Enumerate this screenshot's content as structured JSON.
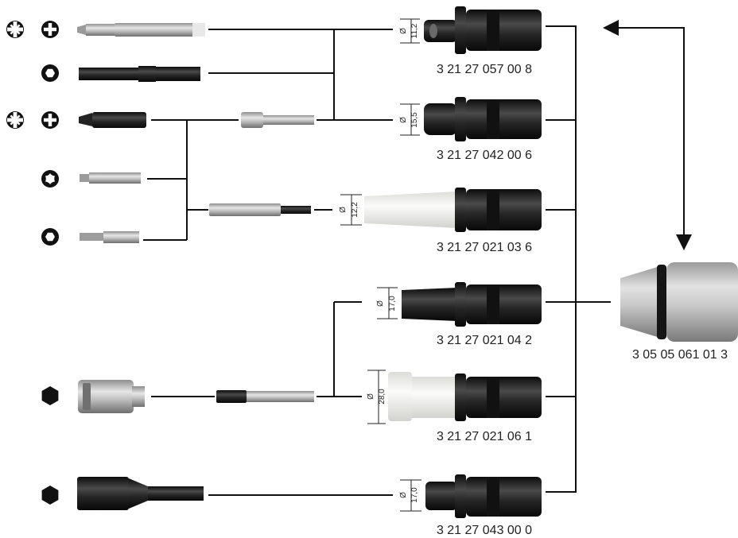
{
  "diameter_symbol": "Ø",
  "adapters": [
    {
      "id": "a1",
      "part_number": "3 21 27 057 00 8",
      "diameter": "11,2"
    },
    {
      "id": "a2",
      "part_number": "3 21 27 042 00 6",
      "diameter": "15,5"
    },
    {
      "id": "a3",
      "part_number": "3 21 27 021 03 6",
      "diameter": "12,2"
    },
    {
      "id": "a4",
      "part_number": "3 21 27 021 04 2",
      "diameter": "17,0"
    },
    {
      "id": "a5",
      "part_number": "3 21 27 021 06 1",
      "diameter": "28,0"
    },
    {
      "id": "a6",
      "part_number": "3 21 27 043 00 0",
      "diameter": "17,0"
    }
  ],
  "handle": {
    "part_number": "3 05 05 061 01 3"
  },
  "profile_icons": [
    "pozidriv-icon",
    "phillips-icon",
    "hex-socket-icon",
    "pozidriv-icon",
    "phillips-icon",
    "torx-icon",
    "hex-socket-icon",
    "hex-nut-icon",
    "hex-nut-icon"
  ],
  "colors": {
    "ink": "#111111",
    "steel": "#b9b9b9",
    "black_part": "#1e1e1e",
    "white_part": "#f4f4f2"
  }
}
